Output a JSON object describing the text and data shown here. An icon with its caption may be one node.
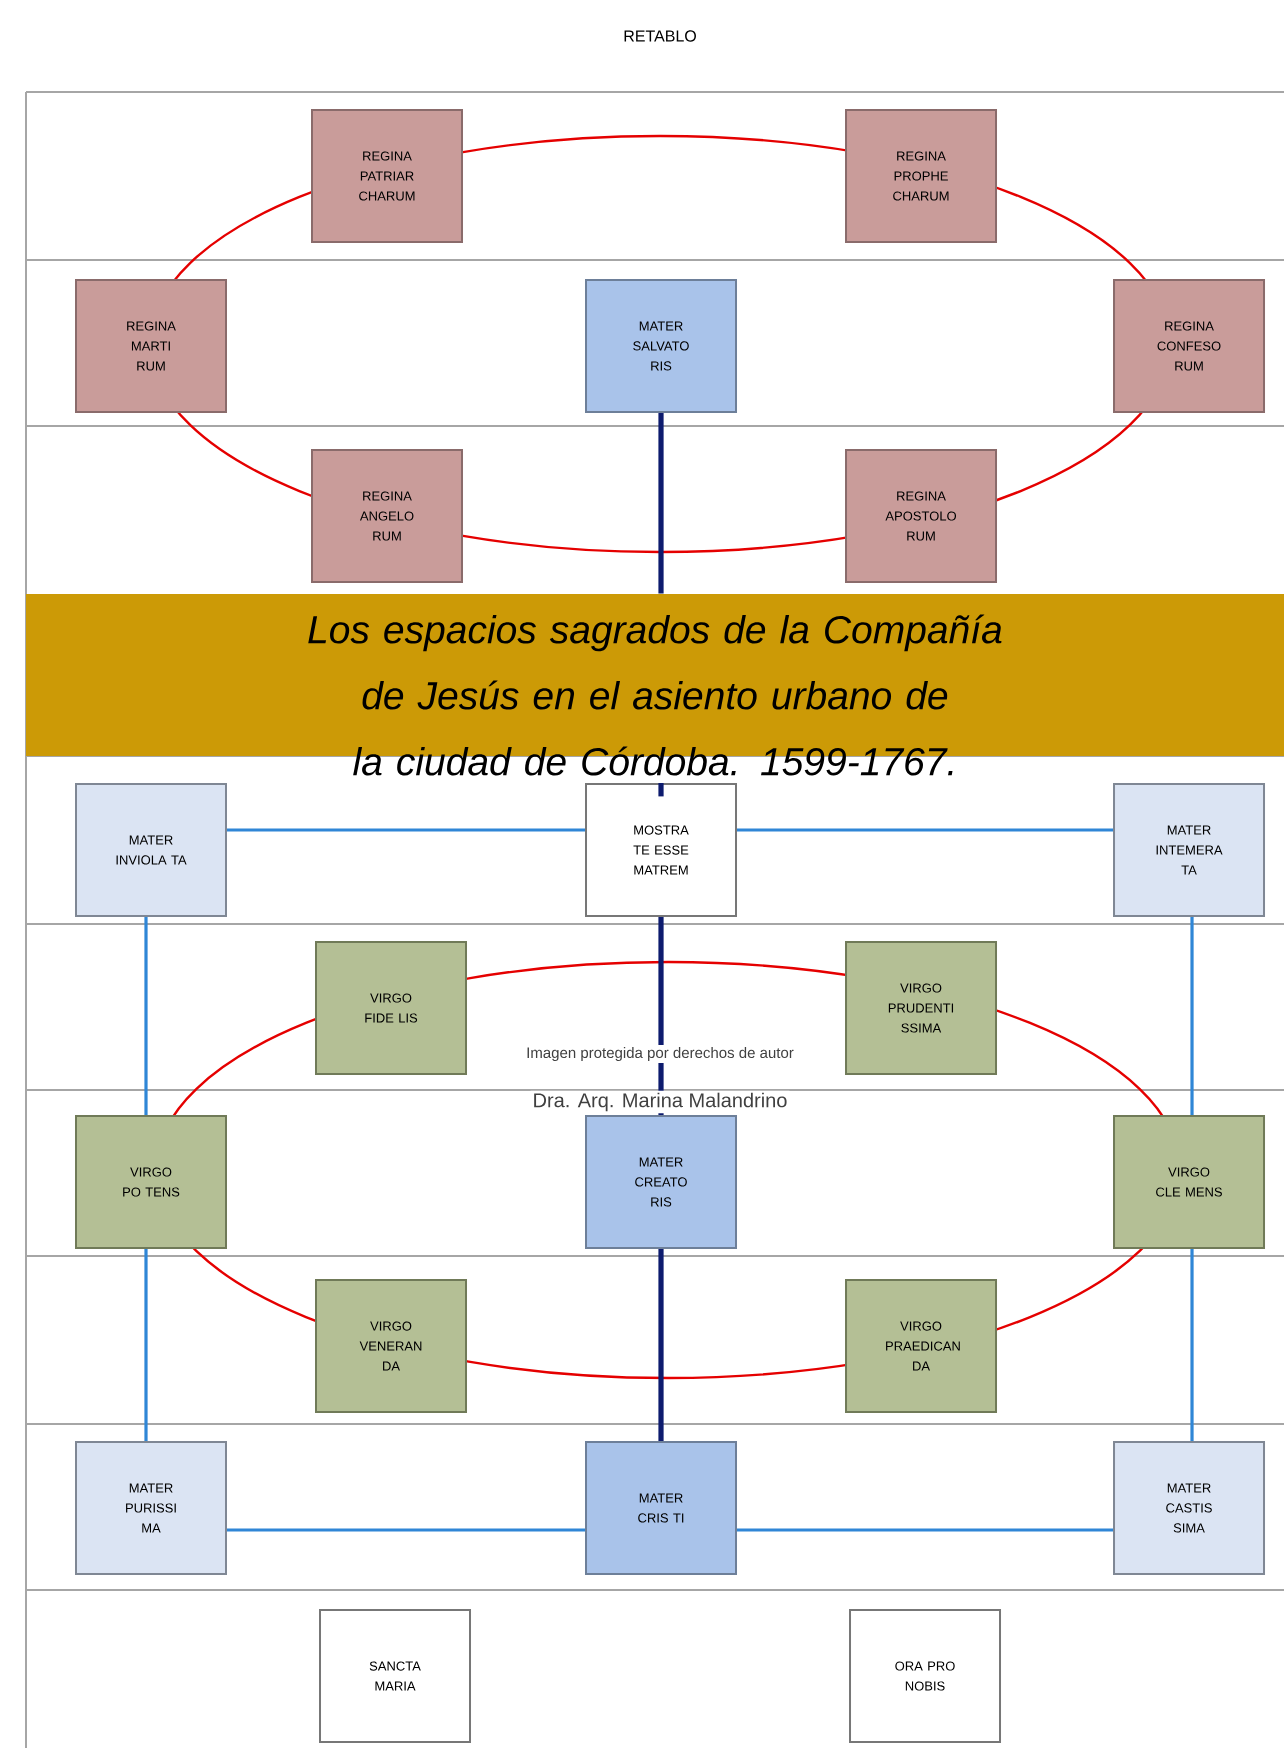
{
  "diagram": {
    "title": "RETABLO",
    "nodes": [
      {
        "text": [
          "REGINA PATRIAR CHARUM"
        ]
      },
      {
        "text": [
          "REGINA PROPHE CHARUM"
        ]
      },
      {
        "text": [
          "REGINA MARTI RUM"
        ]
      },
      {
        "text": [
          "MATER SALVATO RIS"
        ]
      },
      {
        "text": [
          "REGINA CONFESO RUM"
        ]
      },
      {
        "text": [
          "REGINA ANGELO RUM"
        ]
      },
      {
        "text": [
          "REGINA APOSTOLO RUM"
        ]
      },
      {
        "text": [
          "Los espacios sagrados de la Compañía de Jesús en el asiento urbano de la ciudad de Córdoba. 1599-1767."
        ]
      },
      {
        "text": [
          "MATER INVIOLA TA"
        ]
      },
      {
        "text": [
          "MOSTRA TE ESSE MATREM"
        ]
      },
      {
        "text": [
          "MATER INTEMERA TA"
        ]
      },
      {
        "text": [
          "VIRGO FIDE LIS"
        ]
      },
      {
        "text": [
          "VIRGO PRUDENTI SSIMA"
        ]
      },
      {
        "text": [
          "VIRGO PO TENS"
        ]
      },
      {
        "text": [
          "MATER CREATO RIS"
        ]
      },
      {
        "text": [
          "VIRGO CLE MENS"
        ]
      },
      {
        "text": [
          "VIRGO VENERAN DA"
        ]
      },
      {
        "text": [
          "VIRGO PRAEDICAN DA"
        ]
      },
      {
        "text": [
          "MATER PURISSI MA"
        ]
      },
      {
        "text": [
          "MATER CRIS TI"
        ]
      },
      {
        "text": [
          "MATER CASTIS SIMA"
        ]
      },
      {
        "text": [
          "SANCTA MARIA"
        ]
      },
      {
        "text": [
          "ORA PRO NOBIS"
        ]
      }
    ],
    "edges": [
      {
        "from": 3,
        "to": 7,
        "arrow": "none"
      },
      {
        "from": 7,
        "to": 9,
        "arrow": "none"
      },
      {
        "from": 9,
        "to": 14,
        "arrow": "none"
      },
      {
        "from": 14,
        "to": 19,
        "arrow": "none"
      }
    ],
    "labels": [
      "Imagen protegida por derechos de autor",
      "Dra. Arq. Marina Malandrino"
    ]
  }
}
